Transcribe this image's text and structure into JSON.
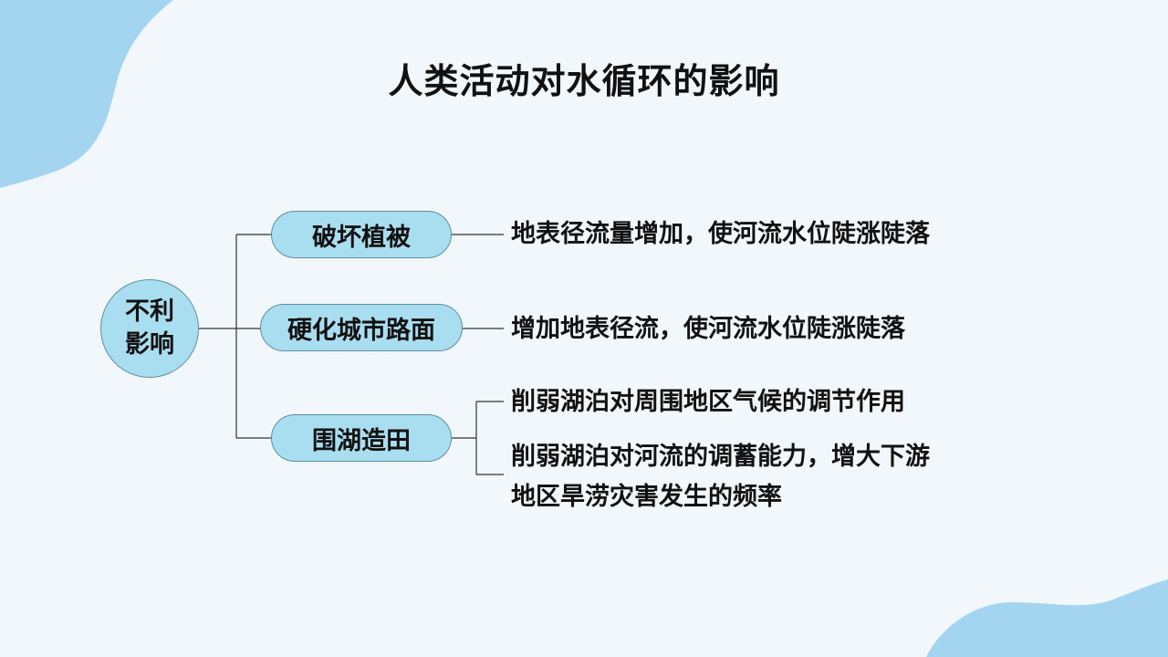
{
  "title": "人类活动对水循环的影响",
  "root": {
    "line1": "不利",
    "line2": "影响"
  },
  "branches": [
    {
      "label": "破坏植被",
      "effects": [
        "地表径流量增加，使河流水位陡涨陡落"
      ]
    },
    {
      "label": "硬化城市路面",
      "effects": [
        "增加地表径流，使河流水位陡涨陡落"
      ]
    },
    {
      "label": "围湖造田",
      "effects": [
        "削弱湖泊对周围地区气候的调节作用",
        "削弱湖泊对河流的调蓄能力，增大下游",
        "地区旱涝灾害发生的频率"
      ]
    }
  ],
  "colors": {
    "node_fill": "#a9def0",
    "node_border": "#5c8f9e",
    "blob": "#a3d5f0",
    "background": "#f1f7fb",
    "text": "#111111"
  }
}
